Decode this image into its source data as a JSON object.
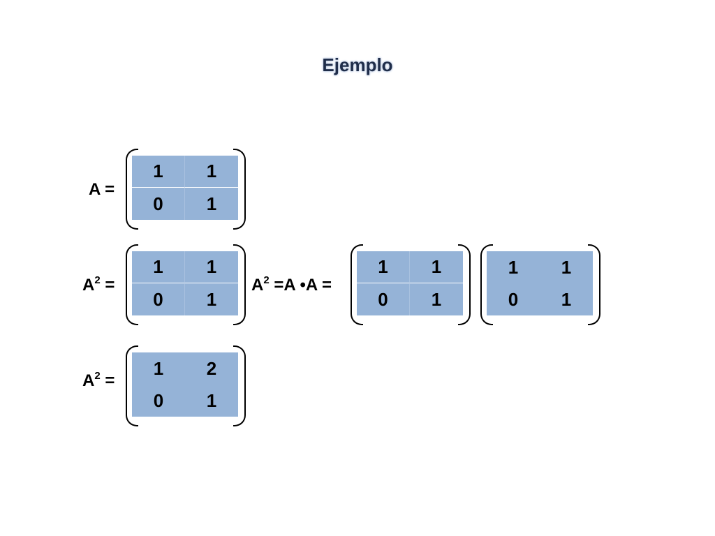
{
  "title": "Ejemplo",
  "row1": {
    "label_base": "A",
    "label_sup": "",
    "label_suffix": " =",
    "matrix": [
      [
        "1",
        "1"
      ],
      [
        "0",
        "1"
      ]
    ]
  },
  "row2": {
    "label_base": "A",
    "label_sup": "2",
    "label_suffix": " =",
    "matrix": [
      [
        "1",
        "1"
      ],
      [
        "0",
        "1"
      ]
    ],
    "product_label": {
      "base": "A",
      "sup": "2",
      "rest": " =A •A ="
    },
    "matrix_left": [
      [
        "1",
        "1"
      ],
      [
        "0",
        "1"
      ]
    ],
    "matrix_right": [
      [
        "1",
        "1"
      ],
      [
        "0",
        "1"
      ]
    ]
  },
  "row3": {
    "label_base": "A",
    "label_sup": "2",
    "label_suffix": " =",
    "matrix": [
      [
        "1",
        "2"
      ],
      [
        "0",
        "1"
      ]
    ]
  }
}
